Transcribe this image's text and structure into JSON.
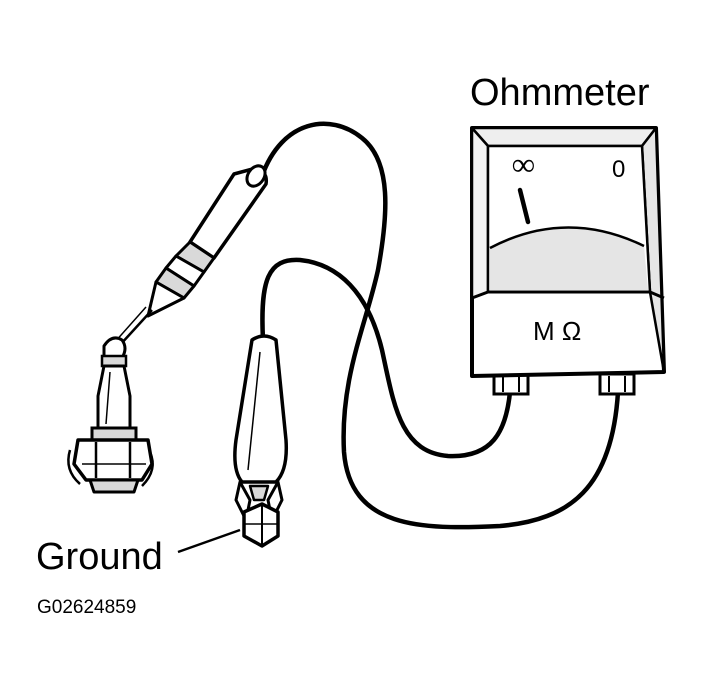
{
  "labels": {
    "ohmmeter": "Ohmmeter",
    "ground": "Ground",
    "figure_code": "G02624859"
  },
  "meter": {
    "scale_left": "∞",
    "scale_right": "0",
    "unit": "M Ω"
  },
  "colors": {
    "ink": "#000000",
    "paper": "#ffffff",
    "shade": "#d9d9d9"
  }
}
